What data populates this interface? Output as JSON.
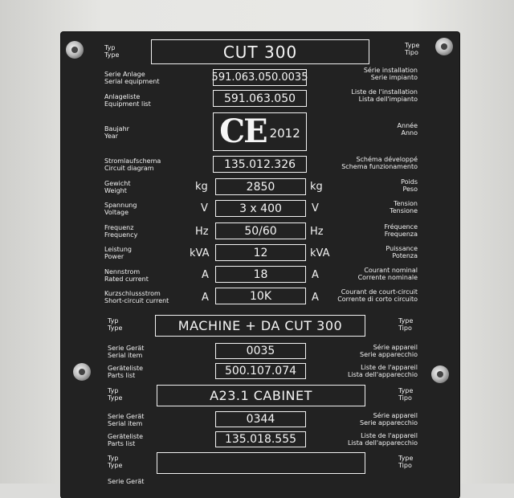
{
  "top": {
    "typ_left": "Typ\nType",
    "typ_right": "Type\nTipo",
    "type_value": "CUT 300"
  },
  "rows": [
    {
      "left": "Serie Anlage\nSerial equipment",
      "right": "Série installation\nSerie impianto",
      "value": "591.063.050.0035",
      "unit": ""
    },
    {
      "left": "Anlageliste\nEquipment list",
      "right": "Liste de l'installation\nLista dell'impianto",
      "value": "591.063.050",
      "unit": ""
    },
    {
      "left": "Stromlaufschema\nCircuit diagram",
      "right": "Schéma développé\nSchema funzionamento",
      "value": "135.012.326",
      "unit": ""
    },
    {
      "left": "Gewicht\nWeight",
      "right": "Poids\nPeso",
      "value": "2850",
      "unit": "kg"
    },
    {
      "left": "Spannung\nVoltage",
      "right": "Tension\nTensione",
      "value": "3 x 400",
      "unit": "V"
    },
    {
      "left": "Frequenz\nFrequency",
      "right": "Fréquence\nFrequenza",
      "value": "50/60",
      "unit": "Hz"
    },
    {
      "left": "Leistung\nPower",
      "right": "Puissance\nPotenza",
      "value": "12",
      "unit": "kVA"
    },
    {
      "left": "Nennstrom\nRated current",
      "right": "Courant nominal\nCorrente nominale",
      "value": "18",
      "unit": "A"
    },
    {
      "left": "Kurzschlussstrom\nShort-circuit current",
      "right": "Courant de court-circuit\nCorrente di corto circuito",
      "value": "10K",
      "unit": "A"
    }
  ],
  "year_block": {
    "left": "Baujahr\nYear",
    "right": "Année\nAnno",
    "mark": "CE",
    "year": "2012"
  },
  "machine": {
    "typ_left": "Typ\nType",
    "typ_right": "Type\nTipo",
    "type_value": "MACHINE + DA CUT 300",
    "serial_left": "Serie Gerät\nSerial item",
    "serial_right": "Série appareil\nSerie apparecchio",
    "serial_value": "0035",
    "parts_left": "Geräteliste\nParts list",
    "parts_right": "Liste de l'appareil\nLista dell'apparecchio",
    "parts_value": "500.107.074"
  },
  "cabinet": {
    "typ_left": "Typ\nType",
    "typ_right": "Type\nTipo",
    "type_value": "A23.1 CABINET",
    "serial_left": "Serie Gerät\nSerial item",
    "serial_right": "Série appareil\nSerie apparecchio",
    "serial_value": "0344",
    "parts_left": "Geräteliste\nParts list",
    "parts_right": "Liste de l'appareil\nLista dell'apparecchio",
    "parts_value": "135.018.555"
  },
  "bottom": {
    "typ_left": "Typ\nType",
    "typ_right": "Type\nTipo",
    "type_value": "",
    "cut_left": "Serie Gerät"
  }
}
